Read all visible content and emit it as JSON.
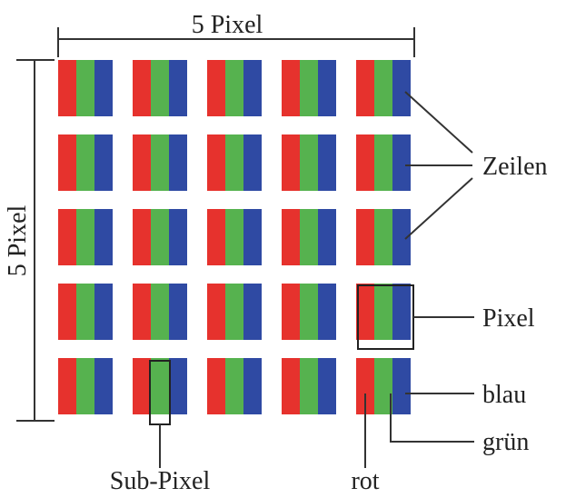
{
  "labels": {
    "top_dimension": "5 Pixel",
    "left_dimension": "5 Pixel",
    "rows": "Zeilen",
    "pixel": "Pixel",
    "blue": "blau",
    "green": "grün",
    "red": "rot",
    "subpixel": "Sub-Pixel"
  },
  "grid": {
    "rows": 5,
    "columns": 5
  },
  "subpixel_colors": {
    "red": "#e6322d",
    "green": "#56b24f",
    "blue": "#2f4aa3"
  },
  "line_color": "#333333",
  "text_color": "#222222"
}
